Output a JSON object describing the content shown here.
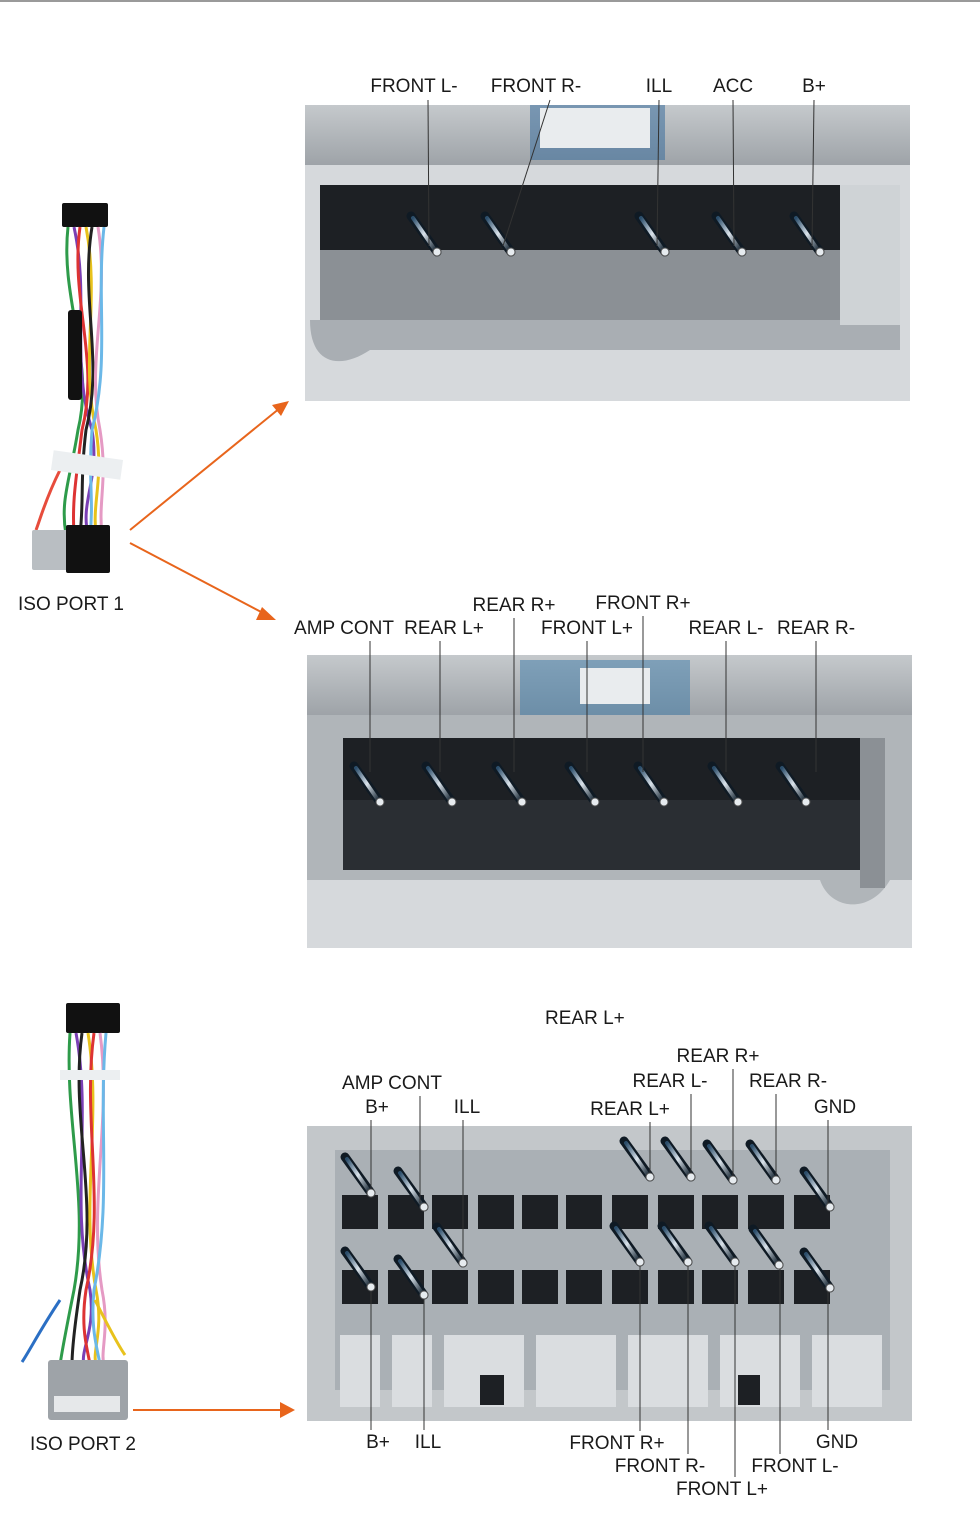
{
  "colors": {
    "accent": "#e8651c",
    "connector_gray": "#a9aeb3",
    "cavity": "#1d2024",
    "wire_black": "#111111"
  },
  "ports": [
    {
      "id": "port1",
      "label": "ISO PORT 1"
    },
    {
      "id": "port2",
      "label": "ISO PORT 2"
    }
  ],
  "connector_a": {
    "pins": [
      "FRONT L-",
      "FRONT R-",
      "ILL",
      "ACC",
      "B+"
    ]
  },
  "connector_b": {
    "pins": [
      "AMP CONT",
      "REAR L+",
      "REAR R+",
      "FRONT L+",
      "FRONT R+",
      "REAR L-",
      "REAR R-"
    ]
  },
  "connector_c": {
    "header_label": "REAR L+",
    "top_row": [
      "B+",
      "AMP CONT",
      "ILL",
      "REAR L+",
      "REAR L-",
      "REAR R+",
      "REAR R-",
      "GND"
    ],
    "bottom_row": [
      "B+",
      "ILL",
      "FRONT R+",
      "FRONT R-",
      "FRONT L+",
      "FRONT L-",
      "GND"
    ]
  }
}
